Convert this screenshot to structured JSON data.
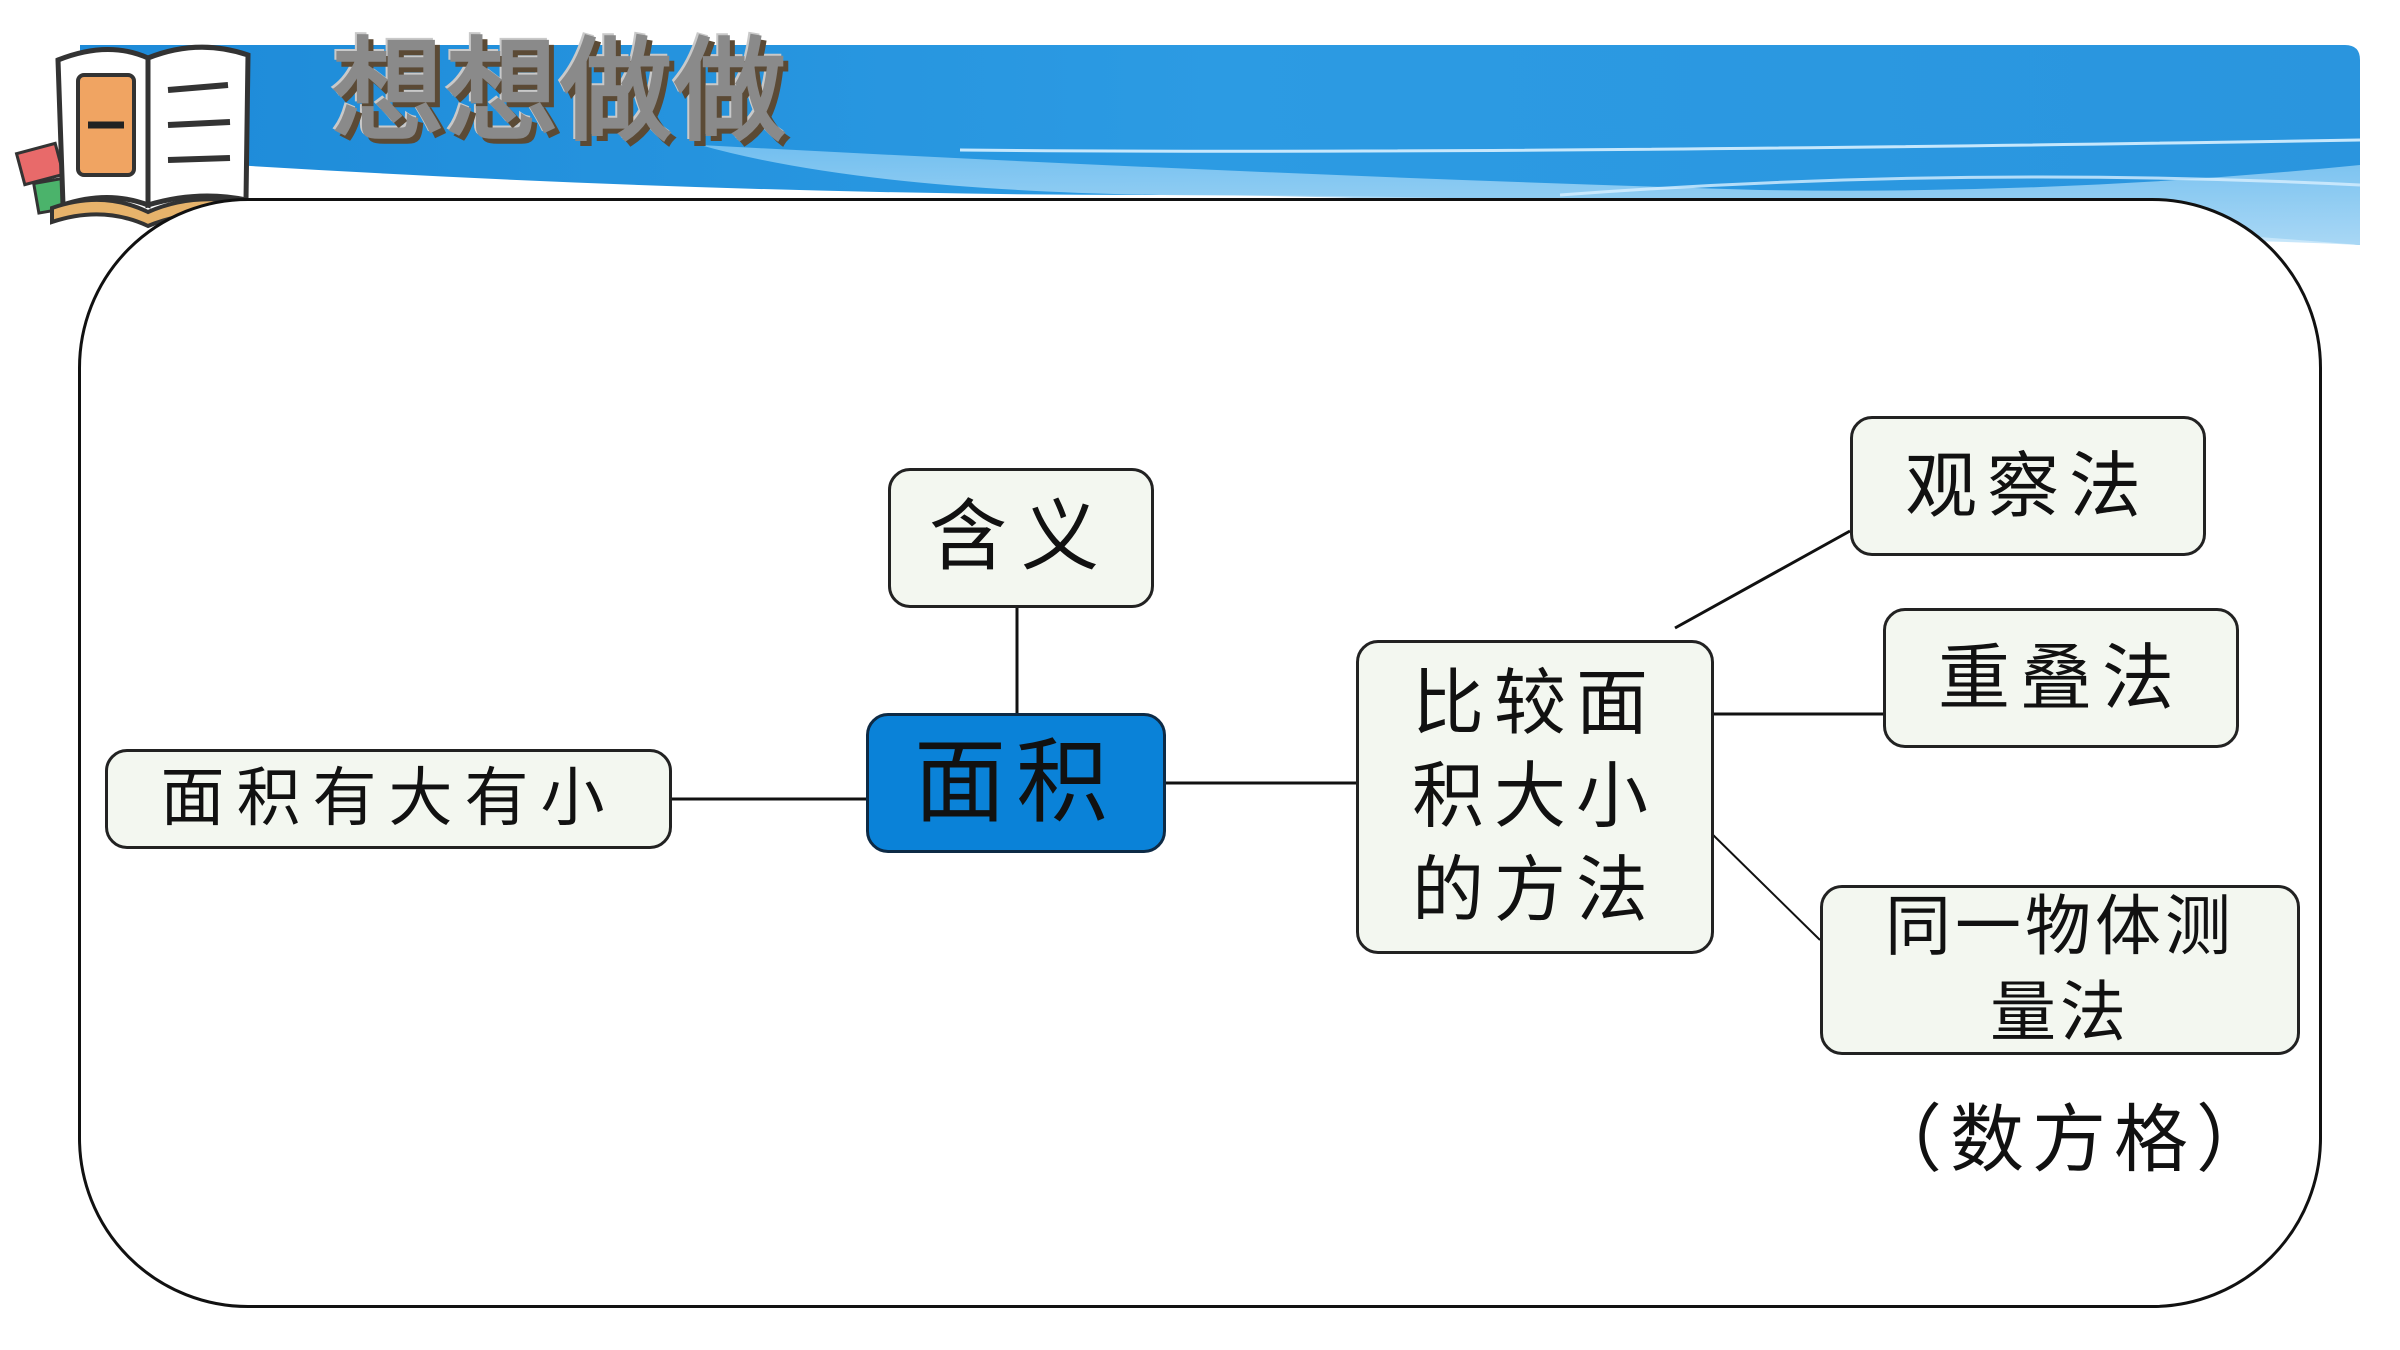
{
  "header": {
    "title": "想想做做",
    "logo_icon": "open-book-icon"
  },
  "diagram": {
    "center": {
      "label": "面积"
    },
    "meaning": {
      "label": "含义"
    },
    "size": {
      "label": "面积有大有小"
    },
    "methods": {
      "label": "比较面\n积大小\n的方法"
    },
    "observe": {
      "label": "观察法"
    },
    "overlap": {
      "label": "重叠法"
    },
    "measure": {
      "label": "同一物体测\n量法"
    },
    "measure_note": {
      "label": "（数方格）"
    }
  },
  "colors": {
    "center_fill": "#0a82d8",
    "node_fill": "#f3f7f0",
    "banner_blue": "#2f9be0",
    "line": "#111111"
  }
}
